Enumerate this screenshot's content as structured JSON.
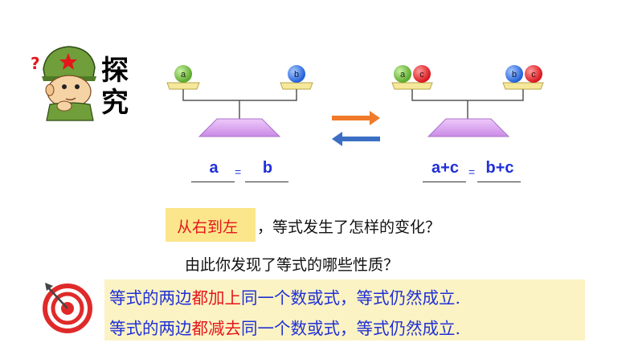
{
  "heading": {
    "line1": "探",
    "line2": "究"
  },
  "left_balance": {
    "left_pan_balls": [
      "a"
    ],
    "right_pan_balls": [
      "b"
    ],
    "equation": {
      "left": "a",
      "sign": "=",
      "right": "b"
    }
  },
  "right_balance": {
    "left_pan_balls": [
      "a",
      "c"
    ],
    "right_pan_balls": [
      "b",
      "c"
    ],
    "equation": {
      "left": "a+c",
      "sign": "=",
      "right": "b+c"
    }
  },
  "arrows": {
    "right_arrow_color": "#f07a2a",
    "left_arrow_color": "#3b6fc4"
  },
  "question1": {
    "highlight": "从右到左",
    "rest": "，等式发生了怎样的变化？"
  },
  "question2": "由此你发现了等式的哪些性质？",
  "properties": [
    {
      "prefix": "等式的两边",
      "keyword": "都加上",
      "suffix": "同一个数或式，等式仍然成立."
    },
    {
      "prefix": "等式的两边",
      "keyword": "都减去",
      "suffix": "同一个数或式，等式仍然成立."
    }
  ],
  "colors": {
    "blue_text": "#1f2fd8",
    "red_text": "#e4161b",
    "highlight_bg": "#fbe68c",
    "property_bg": "#fcf3c4",
    "ball_green": "#6fbf3a",
    "ball_blue": "#2a6fe0",
    "ball_red": "#e8202a",
    "pan_yellow": "#f5e89a",
    "base_purple": "#d9a6f2"
  },
  "icons": {
    "mascot": "soldier-thinking-icon",
    "target": "target-dart-icon",
    "swap": "swap-arrows-icon"
  }
}
